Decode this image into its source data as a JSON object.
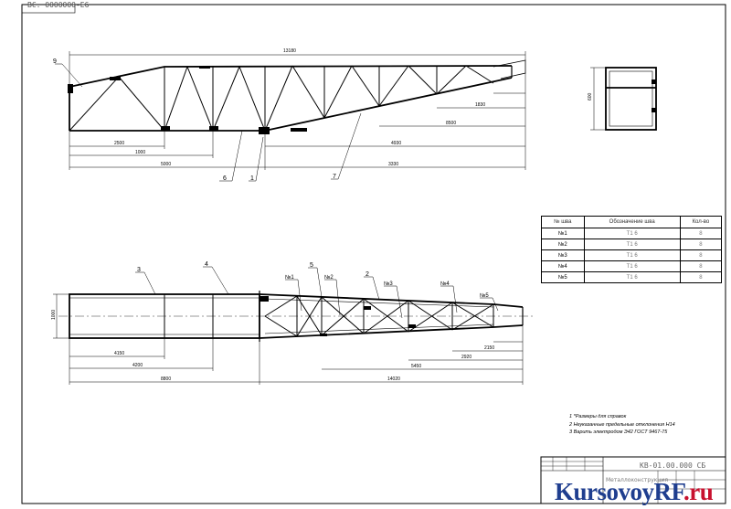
{
  "drawing": {
    "top_code": "ВС. 0000000-Е6",
    "top_view_labels": {
      "overall_dim": "13180",
      "leader_9": "9",
      "leader_6": "6",
      "leader_1": "1",
      "leader_7": "7",
      "dim_1": "2500",
      "dim_2": "1000",
      "dim_3": "5000",
      "dim_4": "3330",
      "dim_5": "4930",
      "dim_6": "8500",
      "dim_7": "1830"
    },
    "section": {
      "height_dim": "600"
    },
    "side_view_labels": {
      "leader_3": "3",
      "leader_4": "4",
      "leader_5": "5",
      "leader_2": "2",
      "weld_1": "№1",
      "weld_2": "№2",
      "weld_3": "№3",
      "weld_4": "№4",
      "weld_5": "№5",
      "height_dim": "1000",
      "dim_a": "4150",
      "dim_b": "4200",
      "dim_c": "8800",
      "dim_d": "14020",
      "dim_e": "5450",
      "dim_f": "2920",
      "dim_g": "2150"
    },
    "weld_table": {
      "headers": [
        "№ шва",
        "Обозначение шва",
        "Кол-во"
      ],
      "rows": [
        [
          "№1",
          "Т1  6",
          "8"
        ],
        [
          "№2",
          "Т1  6",
          "8"
        ],
        [
          "№3",
          "Т1  6",
          "8"
        ],
        [
          "№4",
          "Т1  6",
          "8"
        ],
        [
          "№5",
          "Т1  6",
          "8"
        ]
      ]
    },
    "notes": [
      "1 *Размеры для справок",
      "2 Неуказанные предельные отклонения Н14",
      "3 Варить электродом Э42 ГОСТ 9467-75"
    ],
    "title_block": {
      "code": "КВ-01.00.000 СБ",
      "sub": "Металлоконструкция"
    },
    "watermark": {
      "main": "KursovoyRF",
      "accent": ".ru"
    }
  }
}
